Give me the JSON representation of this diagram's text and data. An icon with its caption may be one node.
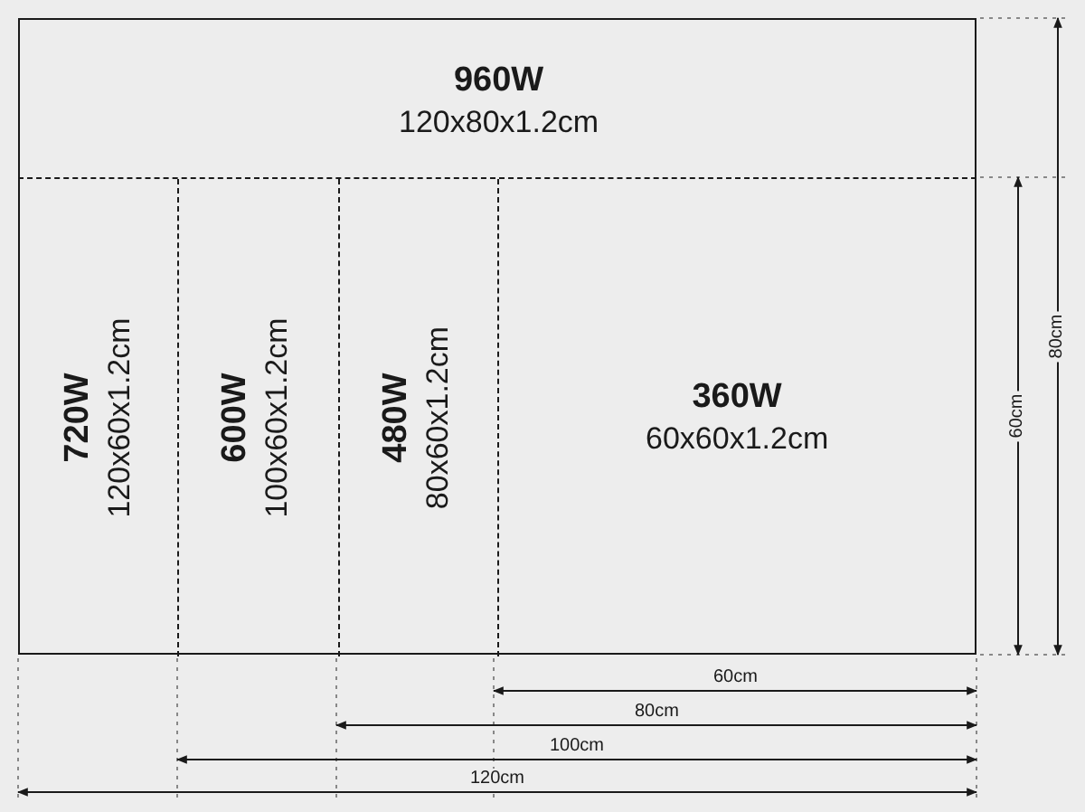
{
  "diagram": {
    "nodes": [
      {
        "text": [
          "960W",
          "120x80x1.2cm"
        ]
      },
      {
        "text": [
          "720W",
          "120x60x1.2cm"
        ],
        "in": 0
      },
      {
        "text": [
          "600W",
          "100x60x1.2cm"
        ],
        "in": 1
      },
      {
        "text": [
          "480W",
          "80x60x1.2cm"
        ],
        "in": 2
      },
      {
        "text": [
          "360W",
          "60x60x1.2cm"
        ],
        "in": 3
      }
    ],
    "labels": [
      "60cm",
      "80cm",
      "60cm",
      "80cm",
      "100cm",
      "120cm"
    ]
  }
}
